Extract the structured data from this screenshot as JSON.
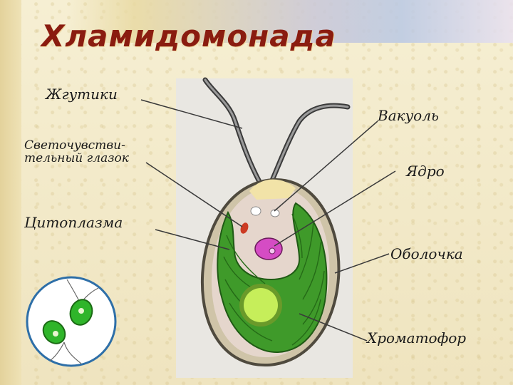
{
  "title": "Хламидомонада",
  "labels": {
    "flagella": "Жгутики",
    "eyespot_line1": "Светочувстви-",
    "eyespot_line2": "тельный глазок",
    "cytoplasm": "Цитоплазма",
    "vacuole": "Вакуоль",
    "nucleus": "Ядро",
    "membrane": "Оболочка",
    "chromatophore": "Хроматофор"
  },
  "colors": {
    "title": "#8a1c10",
    "cell_membrane": "#5a5240",
    "chromatophore": "#3f9a2a",
    "pyrenoid": "#c6ee5a",
    "nucleus": "#d54cc4",
    "eyespot": "#cc3a22",
    "cytoplasm": "#e7d8d0"
  }
}
